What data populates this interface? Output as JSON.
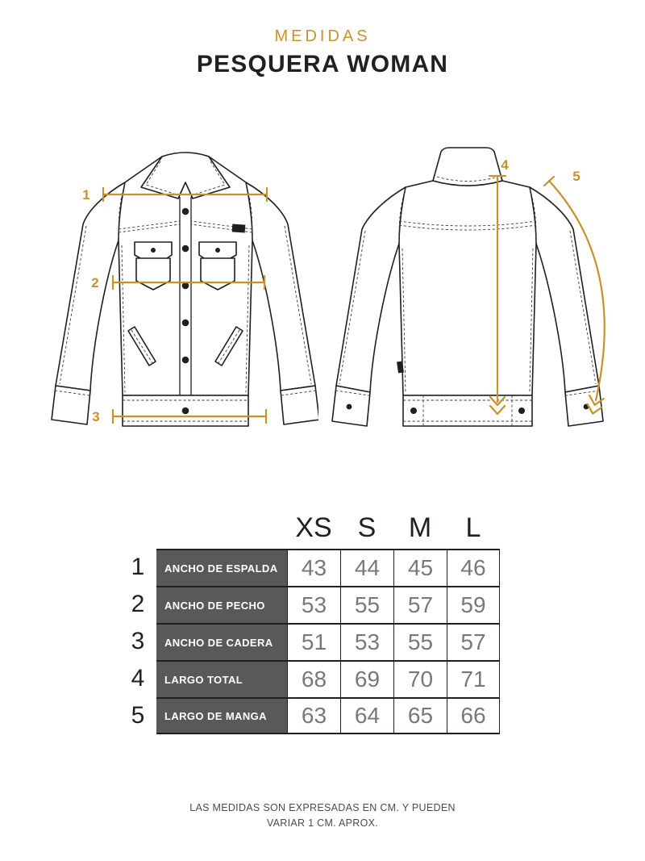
{
  "page": {
    "subtitle": "MEDIDAS",
    "title": "PESQUERA WOMAN",
    "footer_line1": "LAS MEDIDAS SON EXPRESADAS EN CM. Y PUEDEN",
    "footer_line2": "VARIAR 1 CM. APROX."
  },
  "colors": {
    "accent": "#C8922A",
    "ink": "#231F20",
    "label_bg": "#58595B",
    "value_text": "#77787B"
  },
  "annotations": {
    "labels": [
      "1",
      "2",
      "3",
      "4",
      "5"
    ]
  },
  "table": {
    "sizes": [
      "XS",
      "S",
      "M",
      "L"
    ],
    "rows": [
      {
        "num": "1",
        "label": "ANCHO DE ESPALDA",
        "values": [
          "43",
          "44",
          "45",
          "46"
        ]
      },
      {
        "num": "2",
        "label": "ANCHO DE PECHO",
        "values": [
          "53",
          "55",
          "57",
          "59"
        ]
      },
      {
        "num": "3",
        "label": "ANCHO DE CADERA",
        "values": [
          "51",
          "53",
          "55",
          "57"
        ]
      },
      {
        "num": "4",
        "label": "LARGO TOTAL",
        "values": [
          "68",
          "69",
          "70",
          "71"
        ]
      },
      {
        "num": "5",
        "label": "LARGO DE MANGA",
        "values": [
          "63",
          "64",
          "65",
          "66"
        ]
      }
    ]
  },
  "chart_data": {
    "type": "table",
    "title": "MEDIDAS PESQUERA WOMAN",
    "columns": [
      "XS",
      "S",
      "M",
      "L"
    ],
    "rows": [
      {
        "measure": "ANCHO DE ESPALDA",
        "values_cm": [
          43,
          44,
          45,
          46
        ]
      },
      {
        "measure": "ANCHO DE PECHO",
        "values_cm": [
          53,
          55,
          57,
          59
        ]
      },
      {
        "measure": "ANCHO DE CADERA",
        "values_cm": [
          51,
          53,
          55,
          57
        ]
      },
      {
        "measure": "LARGO TOTAL",
        "values_cm": [
          68,
          69,
          70,
          71
        ]
      },
      {
        "measure": "LARGO DE MANGA",
        "values_cm": [
          63,
          64,
          65,
          66
        ]
      }
    ],
    "units": "cm",
    "note": "LAS MEDIDAS SON EXPRESADAS EN CM. Y PUEDEN VARIAR 1 CM. APROX."
  }
}
